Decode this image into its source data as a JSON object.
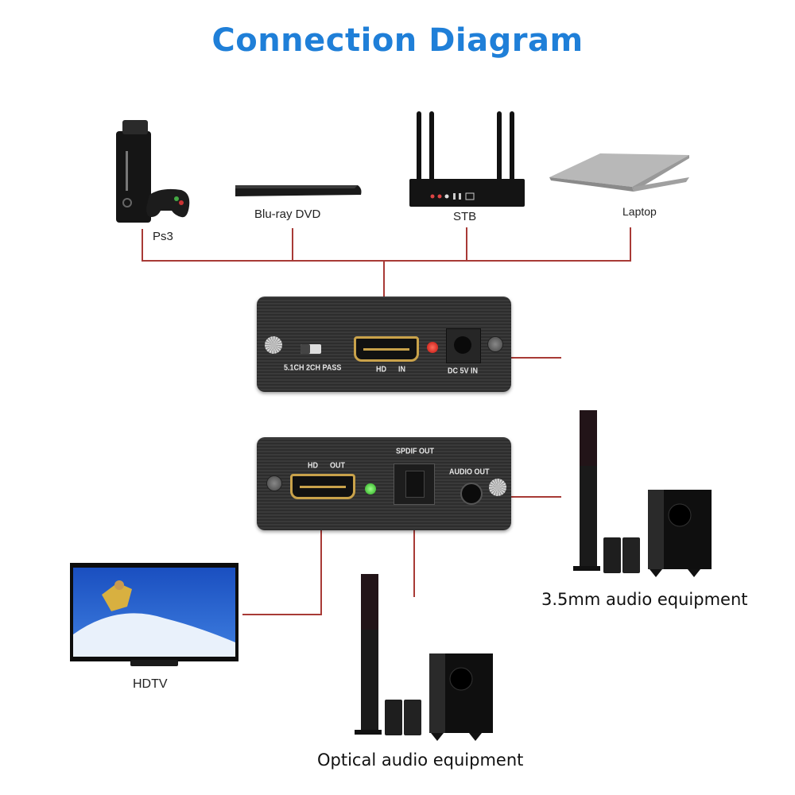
{
  "title": "Connection Diagram",
  "colors": {
    "title": "#1f7fd8",
    "wire": "#a83a36",
    "led_in": "#e0201a",
    "led_out": "#38c838"
  },
  "sources": [
    {
      "label": "Ps3",
      "icon": "game-console-icon"
    },
    {
      "label": "Blu-ray DVD",
      "icon": "bluray-player-icon"
    },
    {
      "label": "STB",
      "icon": "set-top-box-icon"
    },
    {
      "label": "Laptop",
      "icon": "laptop-icon"
    }
  ],
  "input_panel": {
    "switch_label": "5.1CH  2CH PASS",
    "hdmi_label_1": "HD",
    "hdmi_label_2": "IN",
    "power_label": "DC 5V IN"
  },
  "output_panel": {
    "hdmi_label_1": "HD",
    "hdmi_label_2": "OUT",
    "spdif_label": "SPDIF OUT",
    "audio_label": "AUDIO OUT"
  },
  "outputs": [
    {
      "label": "HDTV",
      "icon": "tv-icon"
    },
    {
      "label": "Optical audio equipment",
      "icon": "speaker-system-icon"
    },
    {
      "label": "3.5mm audio equipment",
      "icon": "speaker-system-icon"
    }
  ]
}
